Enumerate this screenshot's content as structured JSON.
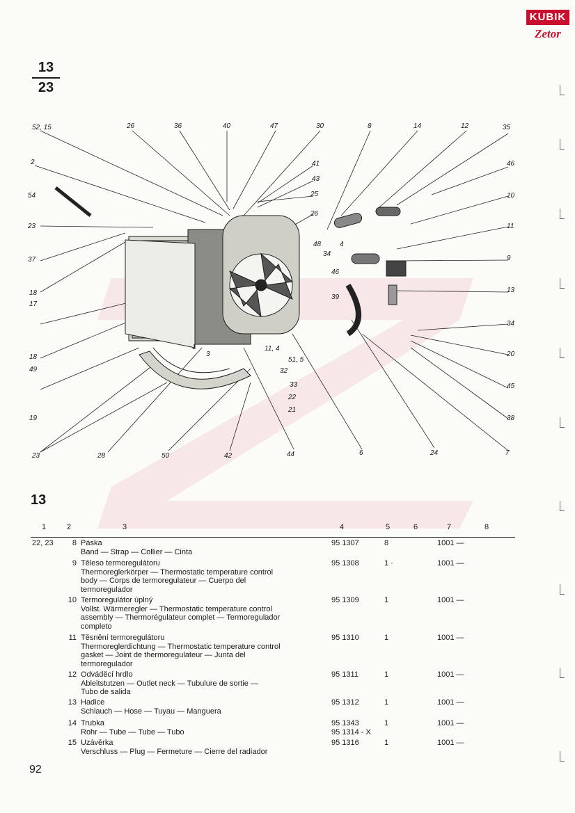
{
  "logo": {
    "top": "KUBIK",
    "bottom": "Zetor"
  },
  "header": {
    "numerator": "13",
    "denominator": "23"
  },
  "callouts": {
    "c52_15": "52, 15",
    "c26a": "26",
    "c36": "36",
    "c40": "40",
    "c47": "47",
    "c30": "30",
    "c8": "8",
    "c14": "14",
    "c12": "12",
    "c35": "35",
    "c2": "2",
    "c41": "41",
    "c43": "43",
    "c46a": "46",
    "c25": "25",
    "c26b": "26",
    "c10": "10",
    "c54": "54",
    "c23a": "23",
    "c48": "48",
    "c4": "4",
    "c11": "11",
    "c37": "37",
    "c34a": "34",
    "c9": "9",
    "c18a": "18",
    "c46b": "46",
    "c39": "39",
    "c13": "13",
    "c17": "17",
    "c34b": "34",
    "c18b": "18",
    "c1": "1",
    "c3": "3",
    "c11_4": "11, 4",
    "c20": "20",
    "c49": "49",
    "c51_5": "51, 5",
    "c32": "32",
    "c45": "45",
    "c33": "33",
    "c22": "22",
    "c19": "19",
    "c21": "21",
    "c38": "38",
    "c23b": "23",
    "c28": "28",
    "c50": "50",
    "c42": "42",
    "c44": "44",
    "c6": "6",
    "c24": "24",
    "c7": "7"
  },
  "section": "13",
  "columns": [
    "1",
    "2",
    "3",
    "4",
    "5",
    "6",
    "7",
    "8"
  ],
  "rows": [
    {
      "fig": "22, 23",
      "pos": "8",
      "desc": [
        "Páska",
        "Band — Strap — Collier — Cinta"
      ],
      "pn": [
        "95 1307"
      ],
      "qty": "8",
      "code": "1001 —"
    },
    {
      "fig": "",
      "pos": "9",
      "desc": [
        "Těleso termoregulátoru",
        "Thermoreglerkörper — Thermostatic temperature control",
        "body — Corps de termoregulateur — Cuerpo del",
        "termoregulador"
      ],
      "pn": [
        "95 1308"
      ],
      "qty": "1 ·",
      "code": "1001 —"
    },
    {
      "fig": "",
      "pos": "10",
      "desc": [
        "Termoregulátor úplný",
        "Vollst. Wärmeregler — Thermostatic temperature control",
        "assembly — Thermorégulateur complet — Termoregulador",
        "completo"
      ],
      "pn": [
        "95 1309"
      ],
      "qty": "1",
      "code": "1001 —"
    },
    {
      "fig": "",
      "pos": "11",
      "desc": [
        "Těsnění termoregulátoru",
        "Thermoreglerdichtung — Thermostatic temperature control",
        "gasket — Joint de thermoregulateur — Junta del",
        "termoregulador"
      ],
      "pn": [
        "95 1310"
      ],
      "qty": "1",
      "code": "1001 —"
    },
    {
      "fig": "",
      "pos": "12",
      "desc": [
        "Odváděcí hrdlo",
        "Ableitstutzen — Outlet neck — Tubulure de sortie —",
        "Tubo de salida"
      ],
      "pn": [
        "95 1311"
      ],
      "qty": "1",
      "code": "1001 —"
    },
    {
      "fig": "",
      "pos": "13",
      "desc": [
        "Hadice",
        "Schlauch — Hose — Tuyau — Manguera"
      ],
      "pn": [
        "95 1312"
      ],
      "qty": "1",
      "code": "1001 —"
    },
    {
      "fig": "",
      "pos": "14",
      "desc": [
        "Trubka",
        "Rohr — Tube — Tube — Tubo"
      ],
      "pn": [
        "95 1343",
        "95 1314 - X"
      ],
      "qty": "1",
      "code": "1001 —"
    },
    {
      "fig": "",
      "pos": "15",
      "desc": [
        "Uzávěrka",
        "Verschluss — Plug — Fermeture — Cierre del radiador"
      ],
      "pn": [
        "95 1316"
      ],
      "qty": "1",
      "code": "1001 —"
    }
  ],
  "page_number": "92"
}
